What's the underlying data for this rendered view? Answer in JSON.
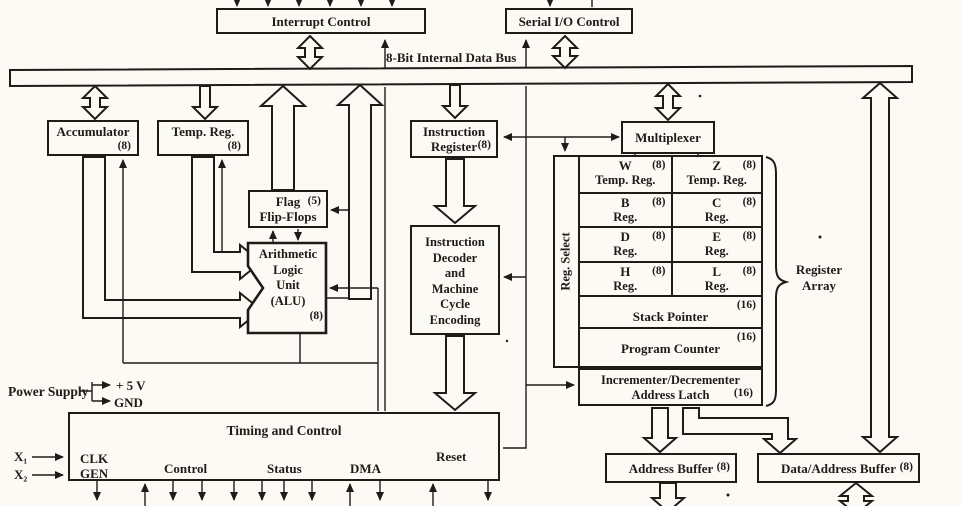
{
  "bus": {
    "label": "8-Bit Internal Data Bus"
  },
  "blocks": {
    "interrupt_control": {
      "label": "Interrupt Control"
    },
    "serial_io_control": {
      "label": "Serial I/O Control"
    },
    "accumulator": {
      "label": "Accumulator",
      "size": "(8)"
    },
    "temp_reg": {
      "label": "Temp. Reg.",
      "size": "(8)"
    },
    "flag_flip_flops": {
      "line1": "Flag",
      "size": "(5)",
      "line2": "Flip-Flops"
    },
    "alu": {
      "lines": [
        "Arithmetic",
        "Logic",
        "Unit",
        "(ALU)"
      ],
      "size": "(8)"
    },
    "instruction_register": {
      "line1": "Instruction",
      "line2": "Register",
      "size": "(8)"
    },
    "instruction_decoder": {
      "lines": [
        "Instruction",
        "Decoder",
        "and",
        "Machine",
        "Cycle",
        "Encoding"
      ]
    },
    "multiplexer": {
      "label": "Multiplexer"
    }
  },
  "register_array": {
    "reg_select": "Reg. Select",
    "brace_label_line1": "Register",
    "brace_label_line2": "Array",
    "pairs": [
      {
        "name": "W",
        "size": "(8)",
        "sub": "Temp. Reg."
      },
      {
        "name": "Z",
        "size": "(8)",
        "sub": "Temp. Reg."
      },
      {
        "name": "B",
        "size": "(8)",
        "sub": "Reg."
      },
      {
        "name": "C",
        "size": "(8)",
        "sub": "Reg."
      },
      {
        "name": "D",
        "size": "(8)",
        "sub": "Reg."
      },
      {
        "name": "E",
        "size": "(8)",
        "sub": "Reg."
      },
      {
        "name": "H",
        "size": "(8)",
        "sub": "Reg."
      },
      {
        "name": "L",
        "size": "(8)",
        "sub": "Reg."
      }
    ],
    "stack_pointer": {
      "name": "Stack Pointer",
      "size": "(16)"
    },
    "program_counter": {
      "name": "Program Counter",
      "size": "(16)"
    },
    "incrementer": {
      "line1": "Incrementer/Decrementer",
      "line2": "Address Latch",
      "size": "(16)"
    }
  },
  "power": {
    "label": "Power Supply",
    "plus5": "+ 5 V",
    "gnd": "GND"
  },
  "inputs": {
    "x1": "X₁",
    "x2": "X₂"
  },
  "timing": {
    "title": "Timing and Control",
    "clk": "CLK",
    "gen": "GEN",
    "control": "Control",
    "status": "Status",
    "dma": "DMA",
    "reset": "Reset"
  },
  "buffers": {
    "address": {
      "label": "Address Buffer",
      "size": "(8)"
    },
    "data_address": {
      "label": "Data/Address Buffer",
      "size": "(8)"
    }
  }
}
